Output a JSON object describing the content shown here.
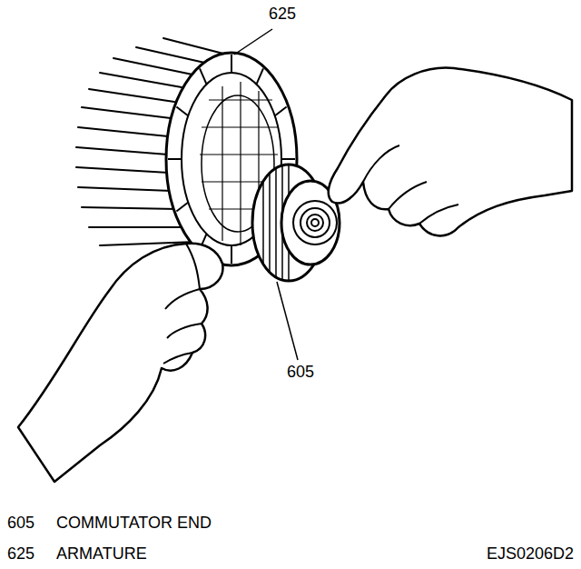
{
  "diagram": {
    "labels": [
      "625",
      "605",
      "605",
      "COMMUTATOR END",
      "625",
      "ARMATURE",
      "EJS0206D2"
    ]
  }
}
